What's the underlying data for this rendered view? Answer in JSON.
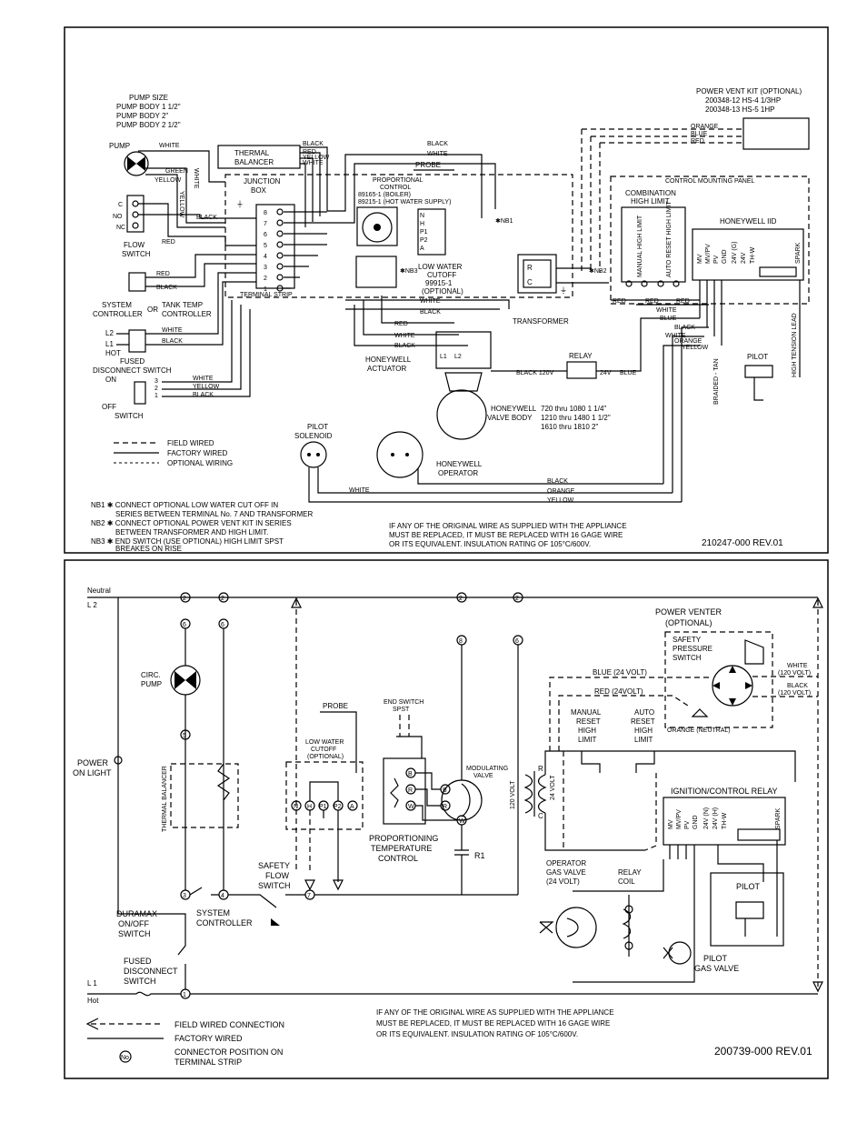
{
  "top": {
    "pump_size": [
      "PUMP SIZE",
      "PUMP BODY 1 1/2\"",
      "PUMP BODY 2\"",
      "PUMP BODY 2 1/2\""
    ],
    "pump": "PUMP",
    "thermal_balancer": [
      "THERMAL",
      "BALANCER"
    ],
    "junction_box": [
      "JUNCTION",
      "BOX"
    ],
    "terminal_strip": "TERMINAL STRIP",
    "terminals": [
      "8",
      "7",
      "6",
      "5",
      "4",
      "3",
      "2",
      "1"
    ],
    "proportional_control": [
      "PROPORTIONAL",
      "CONTROL",
      "89165-1 (BOILER)",
      "89215-1 (HOT WATER SUPPLY)"
    ],
    "probe": "PROBE",
    "low_water_cutoff": [
      "LOW WATER",
      "CUTOFF",
      "99915-1",
      "(OPTIONAL)"
    ],
    "lwc_pins": [
      "N",
      "H",
      "P1",
      "P2",
      "A"
    ],
    "nb3_mark": "✱NB3",
    "nb2_mark": "✱NB2",
    "nb1_mark": "✱NB1",
    "flow_switch": [
      "FLOW",
      "SWITCH"
    ],
    "flow_pins": [
      "C",
      "NO",
      "NC"
    ],
    "system_controller": [
      "SYSTEM",
      "CONTROLLER"
    ],
    "or": "OR",
    "tank_temp": [
      "TANK TEMP",
      "CONTROLLER"
    ],
    "l2": "L2",
    "l1_hot": [
      "L1",
      "HOT"
    ],
    "fused_switch": [
      "FUSED",
      "DISCONNECT SWITCH"
    ],
    "on_off": [
      "ON",
      "OFF",
      "SWITCH"
    ],
    "switch_pins": [
      "3",
      "2",
      "1"
    ],
    "transformer": "TRANSFORMER",
    "transformer_pins": [
      "R",
      "C"
    ],
    "honeywell_actuator": [
      "HONEYWELL",
      "ACTUATOR"
    ],
    "actuator_pins": [
      "L1",
      "L2",
      "-"
    ],
    "relay": "RELAY",
    "relay_labels": [
      "BLACK 120V",
      "24V",
      "BLUE"
    ],
    "valve_body": [
      "HONEYWELL",
      "VALVE BODY"
    ],
    "valve_sizes": [
      "720 thru 1080   1 1/4\"",
      "1210 thru 1480  1 1/2\"",
      "1610 thru 1810      2\""
    ],
    "pilot_solenoid": [
      "PILOT",
      "SOLENOID"
    ],
    "honeywell_operator": [
      "HONEYWELL",
      "OPERATOR"
    ],
    "power_vent": [
      "POWER VENT KIT (OPTIONAL)",
      "200348-12   HS-4  1/3HP",
      "200348-13   HS-5    1HP"
    ],
    "control_panel": "CONTROL MOUNTING PANEL",
    "combination_high_limit": [
      "COMBINATION",
      "HIGH LIMIT"
    ],
    "manual_high_limit": "MANUAL HIGH LIMIT",
    "auto_reset": "AUTO RESET HIGH LIMIT",
    "honeywell_iid": "HONEYWELL IID",
    "iid_pins": [
      "MV",
      "MV/PV",
      "PV",
      "GND",
      "24V (G)",
      "24V",
      "TH-W",
      "SPARK"
    ],
    "pilot": "PILOT",
    "braided_tan": "BRAIDED - TAN",
    "high_tension": "HIGH TENSION LEAD",
    "wire_colors": [
      "WHITE",
      "BLACK",
      "RED",
      "YELLOW",
      "GREEN",
      "BLUE",
      "ORANGE",
      "TAN"
    ],
    "legend": [
      "FIELD WIRED",
      "FACTORY WIRED",
      "OPTIONAL WIRING"
    ],
    "notes": [
      "NB1 ✱  CONNECT OPTIONAL LOW WATER CUT OFF IN",
      "SERIES BETWEEN TERMINAL No. 7 AND TRANSFORMER",
      "NB2 ✱  CONNECT OPTIONAL POWER VENT KIT IN SERIES",
      "BETWEEN TRANSFORMER AND HIGH LIMIT.",
      "NB3 ✱  END SWITCH (USE OPTIONAL) HIGH LIMIT SPST",
      "BREAKES ON RISE"
    ],
    "warning": [
      "IF ANY OF THE ORIGINAL WIRE AS SUPPLIED WITH THE APPLIANCE",
      "MUST BE REPLACED, IT MUST BE REPLACED WITH 16 GAGE WIRE",
      "OR ITS EQUIVALENT. INSULATION RATING OF 105°C/600V."
    ],
    "part_no": "210247-000 REV.01"
  },
  "bottom": {
    "neutral": "Neutral",
    "l2": "L 2",
    "l1": "L 1",
    "hot": "Hot",
    "circ_pump": [
      "CIRC.",
      "PUMP"
    ],
    "power_on_light": [
      "POWER",
      "ON LIGHT"
    ],
    "thermal_balancer": "THERMAL BALANCER",
    "duramax": [
      "DURAMAX",
      "ON/OFF",
      "SWITCH"
    ],
    "fused_switch": [
      "FUSED",
      "DISCONNECT",
      "SWITCH"
    ],
    "system_controller": [
      "SYSTEM",
      "CONTROLLER"
    ],
    "safety_flow": [
      "SAFETY",
      "FLOW",
      "SWITCH"
    ],
    "probe": "PROBE",
    "low_water": [
      "LOW WATER",
      "CUTOFF",
      "(OPTIONAL)"
    ],
    "lwc_pins": [
      "N",
      "H",
      "P1",
      "P2",
      "A"
    ],
    "end_switch": [
      "END SWITCH",
      "SPST"
    ],
    "proportioning": [
      "PROPORTIONING",
      "TEMPERATURE",
      "CONTROL"
    ],
    "modulating_valve": [
      "MODULATING",
      "VALVE"
    ],
    "pc_pins": [
      "B",
      "R",
      "W"
    ],
    "r1": "R1",
    "v120": "120 VOLT",
    "v24": "24 VOLT",
    "xfmr_pins": [
      "R",
      "C"
    ],
    "power_venter": [
      "POWER VENTER",
      "(OPTIONAL)"
    ],
    "safety_pressure": [
      "SAFETY",
      "PRESSURE",
      "SWITCH"
    ],
    "white_120": [
      "WHITE",
      "(120 VOLT)"
    ],
    "black_120": [
      "BLACK",
      "(120 VOLT)"
    ],
    "blue_24": "BLUE (24 VOLT)",
    "red_24": "RED (24VOLT)",
    "orange_neutral": "ORANGE (NEUTRAL)",
    "manual_reset": [
      "MANUAL",
      "RESET",
      "HIGH",
      "LIMIT"
    ],
    "auto_reset": [
      "AUTO",
      "RESET",
      "HIGH",
      "LIMIT"
    ],
    "ignition_relay": "IGNITION/CONTROL RELAY",
    "icr_pins": [
      "MV",
      "MV/PV",
      "PV",
      "GND",
      "24V (N)",
      "24V (H)",
      "TH-W",
      "SPARK"
    ],
    "operator_valve": [
      "OPERATOR",
      "GAS VALVE",
      "(24 VOLT)"
    ],
    "relay_coil": [
      "RELAY",
      "COIL"
    ],
    "pilot": "PILOT",
    "pilot_gas_valve": [
      "PILOT",
      "GAS VALVE"
    ],
    "terminal_nums": [
      "2",
      "6",
      "5",
      "3",
      "4",
      "7",
      "1",
      "8"
    ],
    "legend": [
      "FIELD WIRED CONNECTION",
      "FACTORY WIRED",
      "CONNECTOR POSITION ON",
      "TERMINAL STRIP"
    ],
    "legend_symbol": "No",
    "warning": [
      "IF ANY OF THE ORIGINAL WIRE AS SUPPLIED WITH THE APPLIANCE",
      "MUST BE REPLACED, IT MUST BE REPLACED WITH 16 GAGE WIRE",
      "OR ITS EQUIVALENT. INSULATION RATING OF 105°C/600V."
    ],
    "part_no": "200739-000 REV.01"
  }
}
